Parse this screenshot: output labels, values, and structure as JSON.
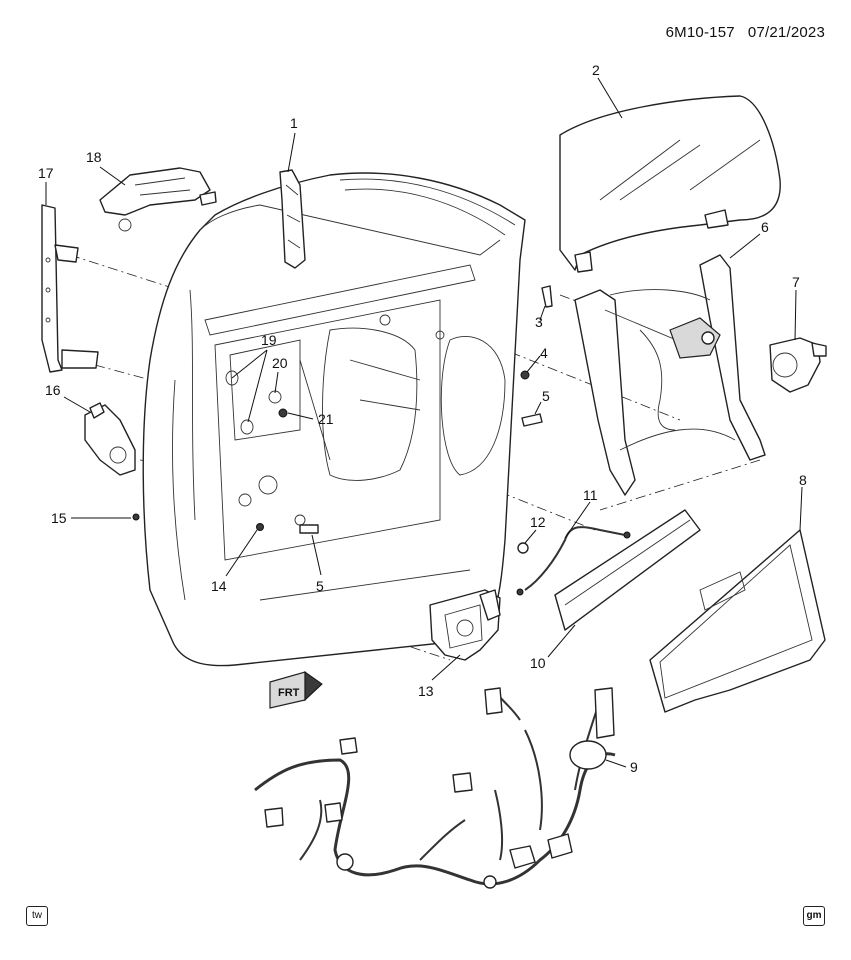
{
  "diagram": {
    "reference_code": "6M10-157",
    "date": "07/21/2023",
    "front_indicator_label": "FRT",
    "corner_left_label": "tw",
    "corner_right_label": "gm",
    "callouts": [
      {
        "id": "c1",
        "label": "1"
      },
      {
        "id": "c2",
        "label": "2"
      },
      {
        "id": "c3",
        "label": "3"
      },
      {
        "id": "c4",
        "label": "4"
      },
      {
        "id": "c5a",
        "label": "5"
      },
      {
        "id": "c5b",
        "label": "5"
      },
      {
        "id": "c6",
        "label": "6"
      },
      {
        "id": "c7",
        "label": "7"
      },
      {
        "id": "c8",
        "label": "8"
      },
      {
        "id": "c9",
        "label": "9"
      },
      {
        "id": "c10",
        "label": "10"
      },
      {
        "id": "c11",
        "label": "11"
      },
      {
        "id": "c12",
        "label": "12"
      },
      {
        "id": "c13",
        "label": "13"
      },
      {
        "id": "c14",
        "label": "14"
      },
      {
        "id": "c15",
        "label": "15"
      },
      {
        "id": "c16",
        "label": "16"
      },
      {
        "id": "c17",
        "label": "17"
      },
      {
        "id": "c18",
        "label": "18"
      },
      {
        "id": "c19",
        "label": "19"
      },
      {
        "id": "c20",
        "label": "20"
      },
      {
        "id": "c21",
        "label": "21"
      }
    ]
  }
}
